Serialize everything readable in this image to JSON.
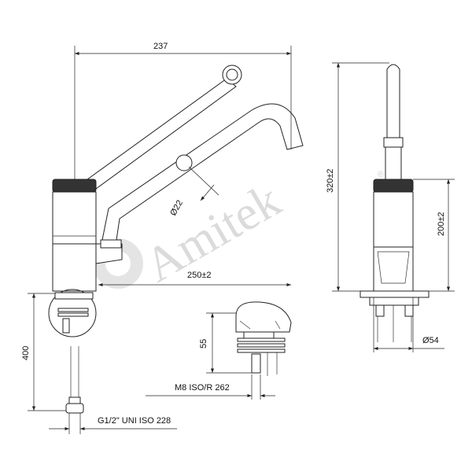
{
  "watermark": {
    "brand": "Amitek",
    "mark": "®"
  },
  "dimensions": {
    "width_top": "237",
    "spout_diameter": "Ø22",
    "spout_reach": "250±2",
    "total_height": "320±2",
    "body_height": "200±2",
    "base_diameter": "Ø54",
    "hose_length": "400",
    "stud_length": "55"
  },
  "labels": {
    "stud_thread": "M8 ISO/R 262",
    "hose_thread": "G1/2\" UNI ISO 228"
  },
  "colors": {
    "line": "#222222",
    "watermark": "#d8d8d8"
  }
}
